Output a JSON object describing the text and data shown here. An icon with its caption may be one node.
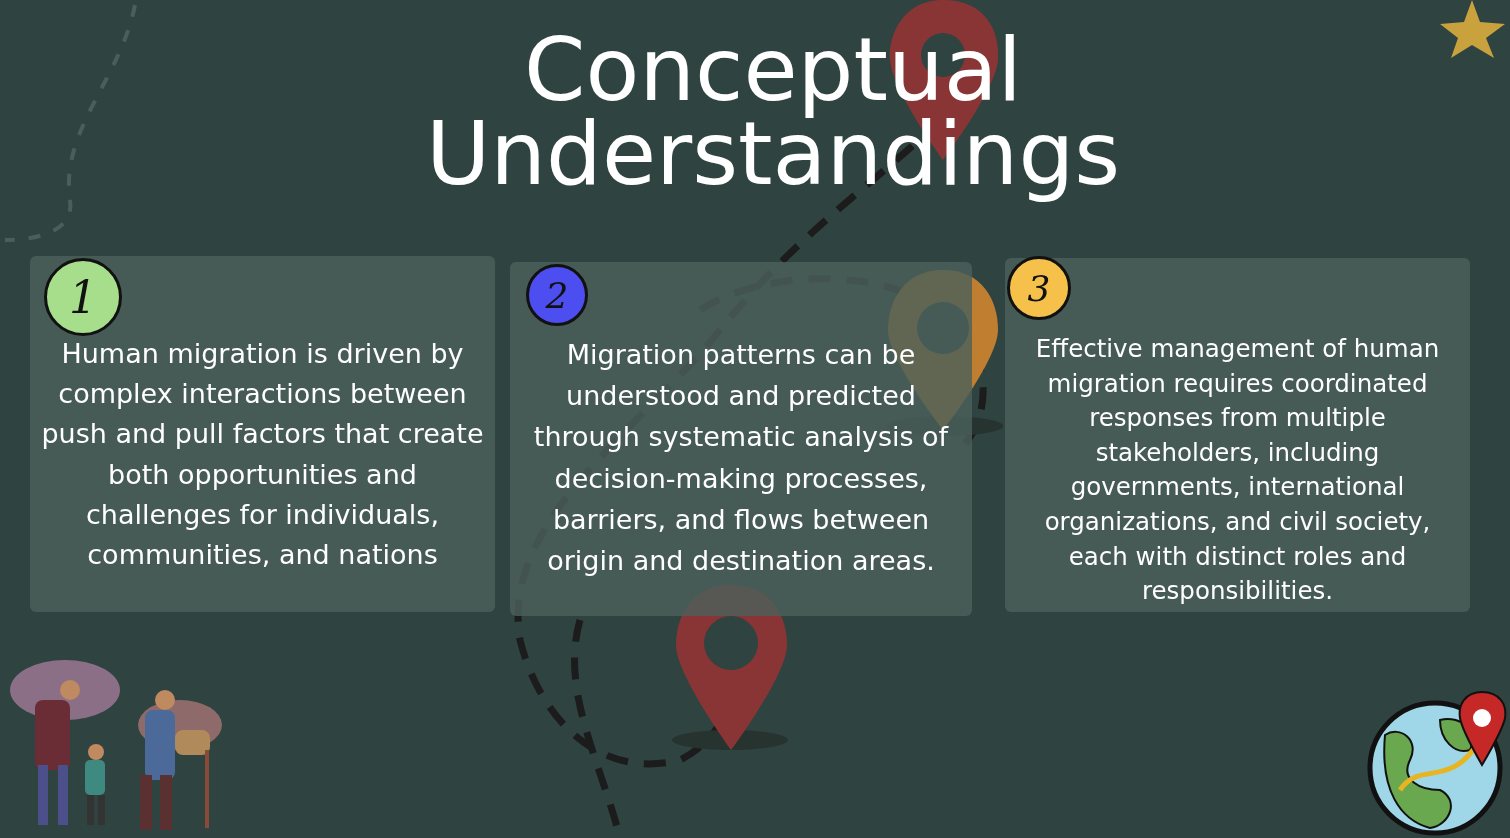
{
  "diagram": {
    "title": "Conceptual Understandings",
    "nodes": [
      {
        "text": [
          "Human migration is driven by complex interactions between push and pull factors that create both opportunities and challenges for individuals, communities, and nations"
        ]
      },
      {
        "text": [
          "1"
        ],
        "in": 0
      },
      {
        "text": [
          "Migration patterns can be understood and predicted through systematic analysis of decision-making processes, barriers, and flows between origin and destination areas."
        ]
      },
      {
        "text": [
          "2"
        ],
        "in": 2
      },
      {
        "text": [
          "Effective management of human migration requires coordinated responses from multiple stakeholders, including governments, international organizations, and civil society, each with distinct roles and responsibilities."
        ]
      },
      {
        "text": [
          "3"
        ],
        "in": 4
      }
    ]
  }
}
